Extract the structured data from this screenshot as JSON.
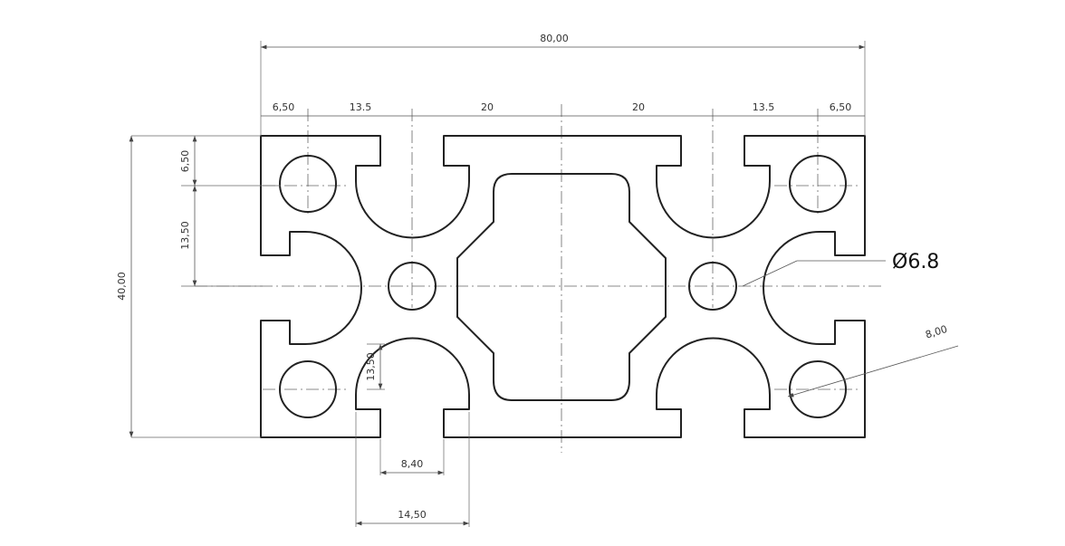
{
  "dimensions": {
    "overall_width": "80,00",
    "left_edge": "6,50",
    "left_inner": "13.5",
    "center_left": "20",
    "center_right": "20",
    "right_inner": "13.5",
    "right_edge": "6,50",
    "height": "40,00",
    "vertical_top": "6,50",
    "vertical_mid": "13,50",
    "vertical_slot": "13,50",
    "slot_opening": "8,40",
    "slot_width": "14,50",
    "hole_diameter": "Ø6.8",
    "corner_hole": "8,00"
  }
}
